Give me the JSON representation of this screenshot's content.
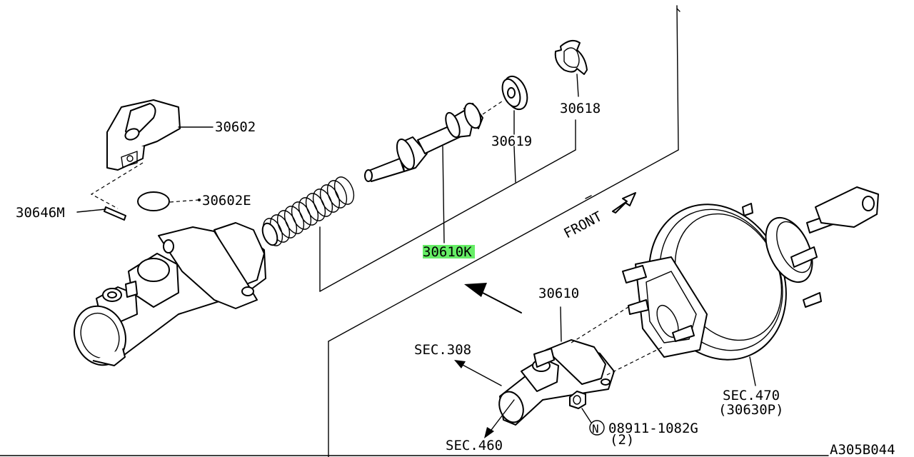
{
  "diagram_code": "A305B044",
  "labels": {
    "p30602": "30602",
    "p30602E": "30602E",
    "p30646M": "30646M",
    "p30619": "30619",
    "p30618": "30618",
    "p30610K": "30610K",
    "p30610": "30610",
    "front": "FRONT",
    "sec308": "SEC.308",
    "sec460": "SEC.460",
    "sec470": "SEC.470",
    "p30630P": "(30630P)",
    "nut_symbol": "N",
    "p08911": "08911-1082G",
    "qty2": "(2)"
  },
  "colors": {
    "line": "#000000",
    "highlight": "#66ee66",
    "background": "#ffffff"
  }
}
